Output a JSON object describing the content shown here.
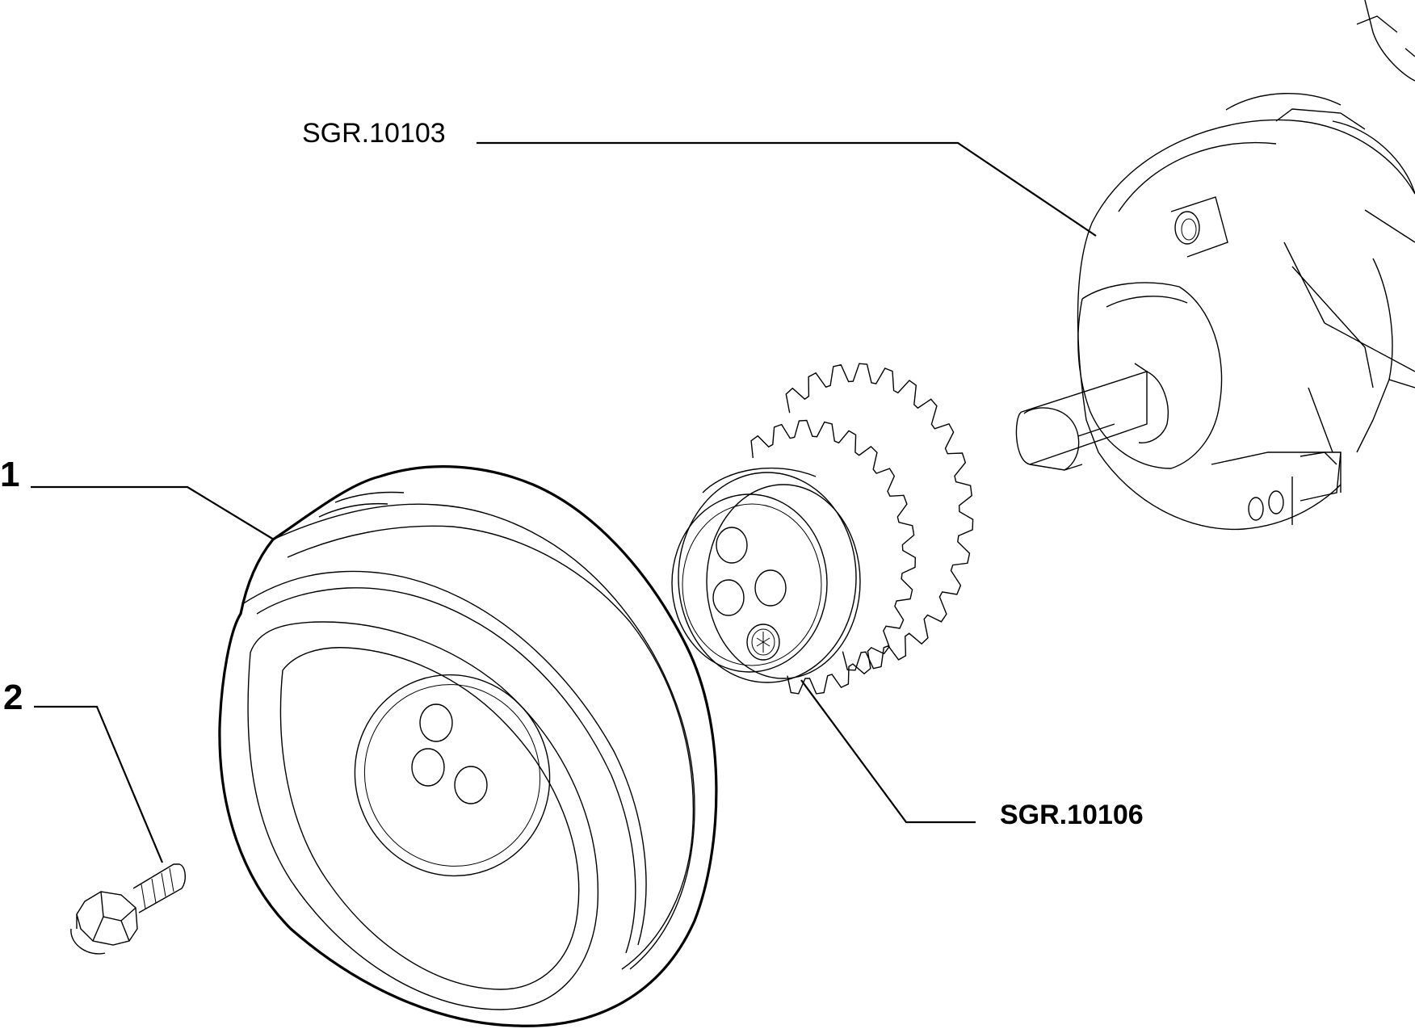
{
  "labels": {
    "crankshaft_ref": "SGR.10103",
    "sprocket_ref": "SGR.10106",
    "pulley_num": "1",
    "bolt_num": "2"
  }
}
